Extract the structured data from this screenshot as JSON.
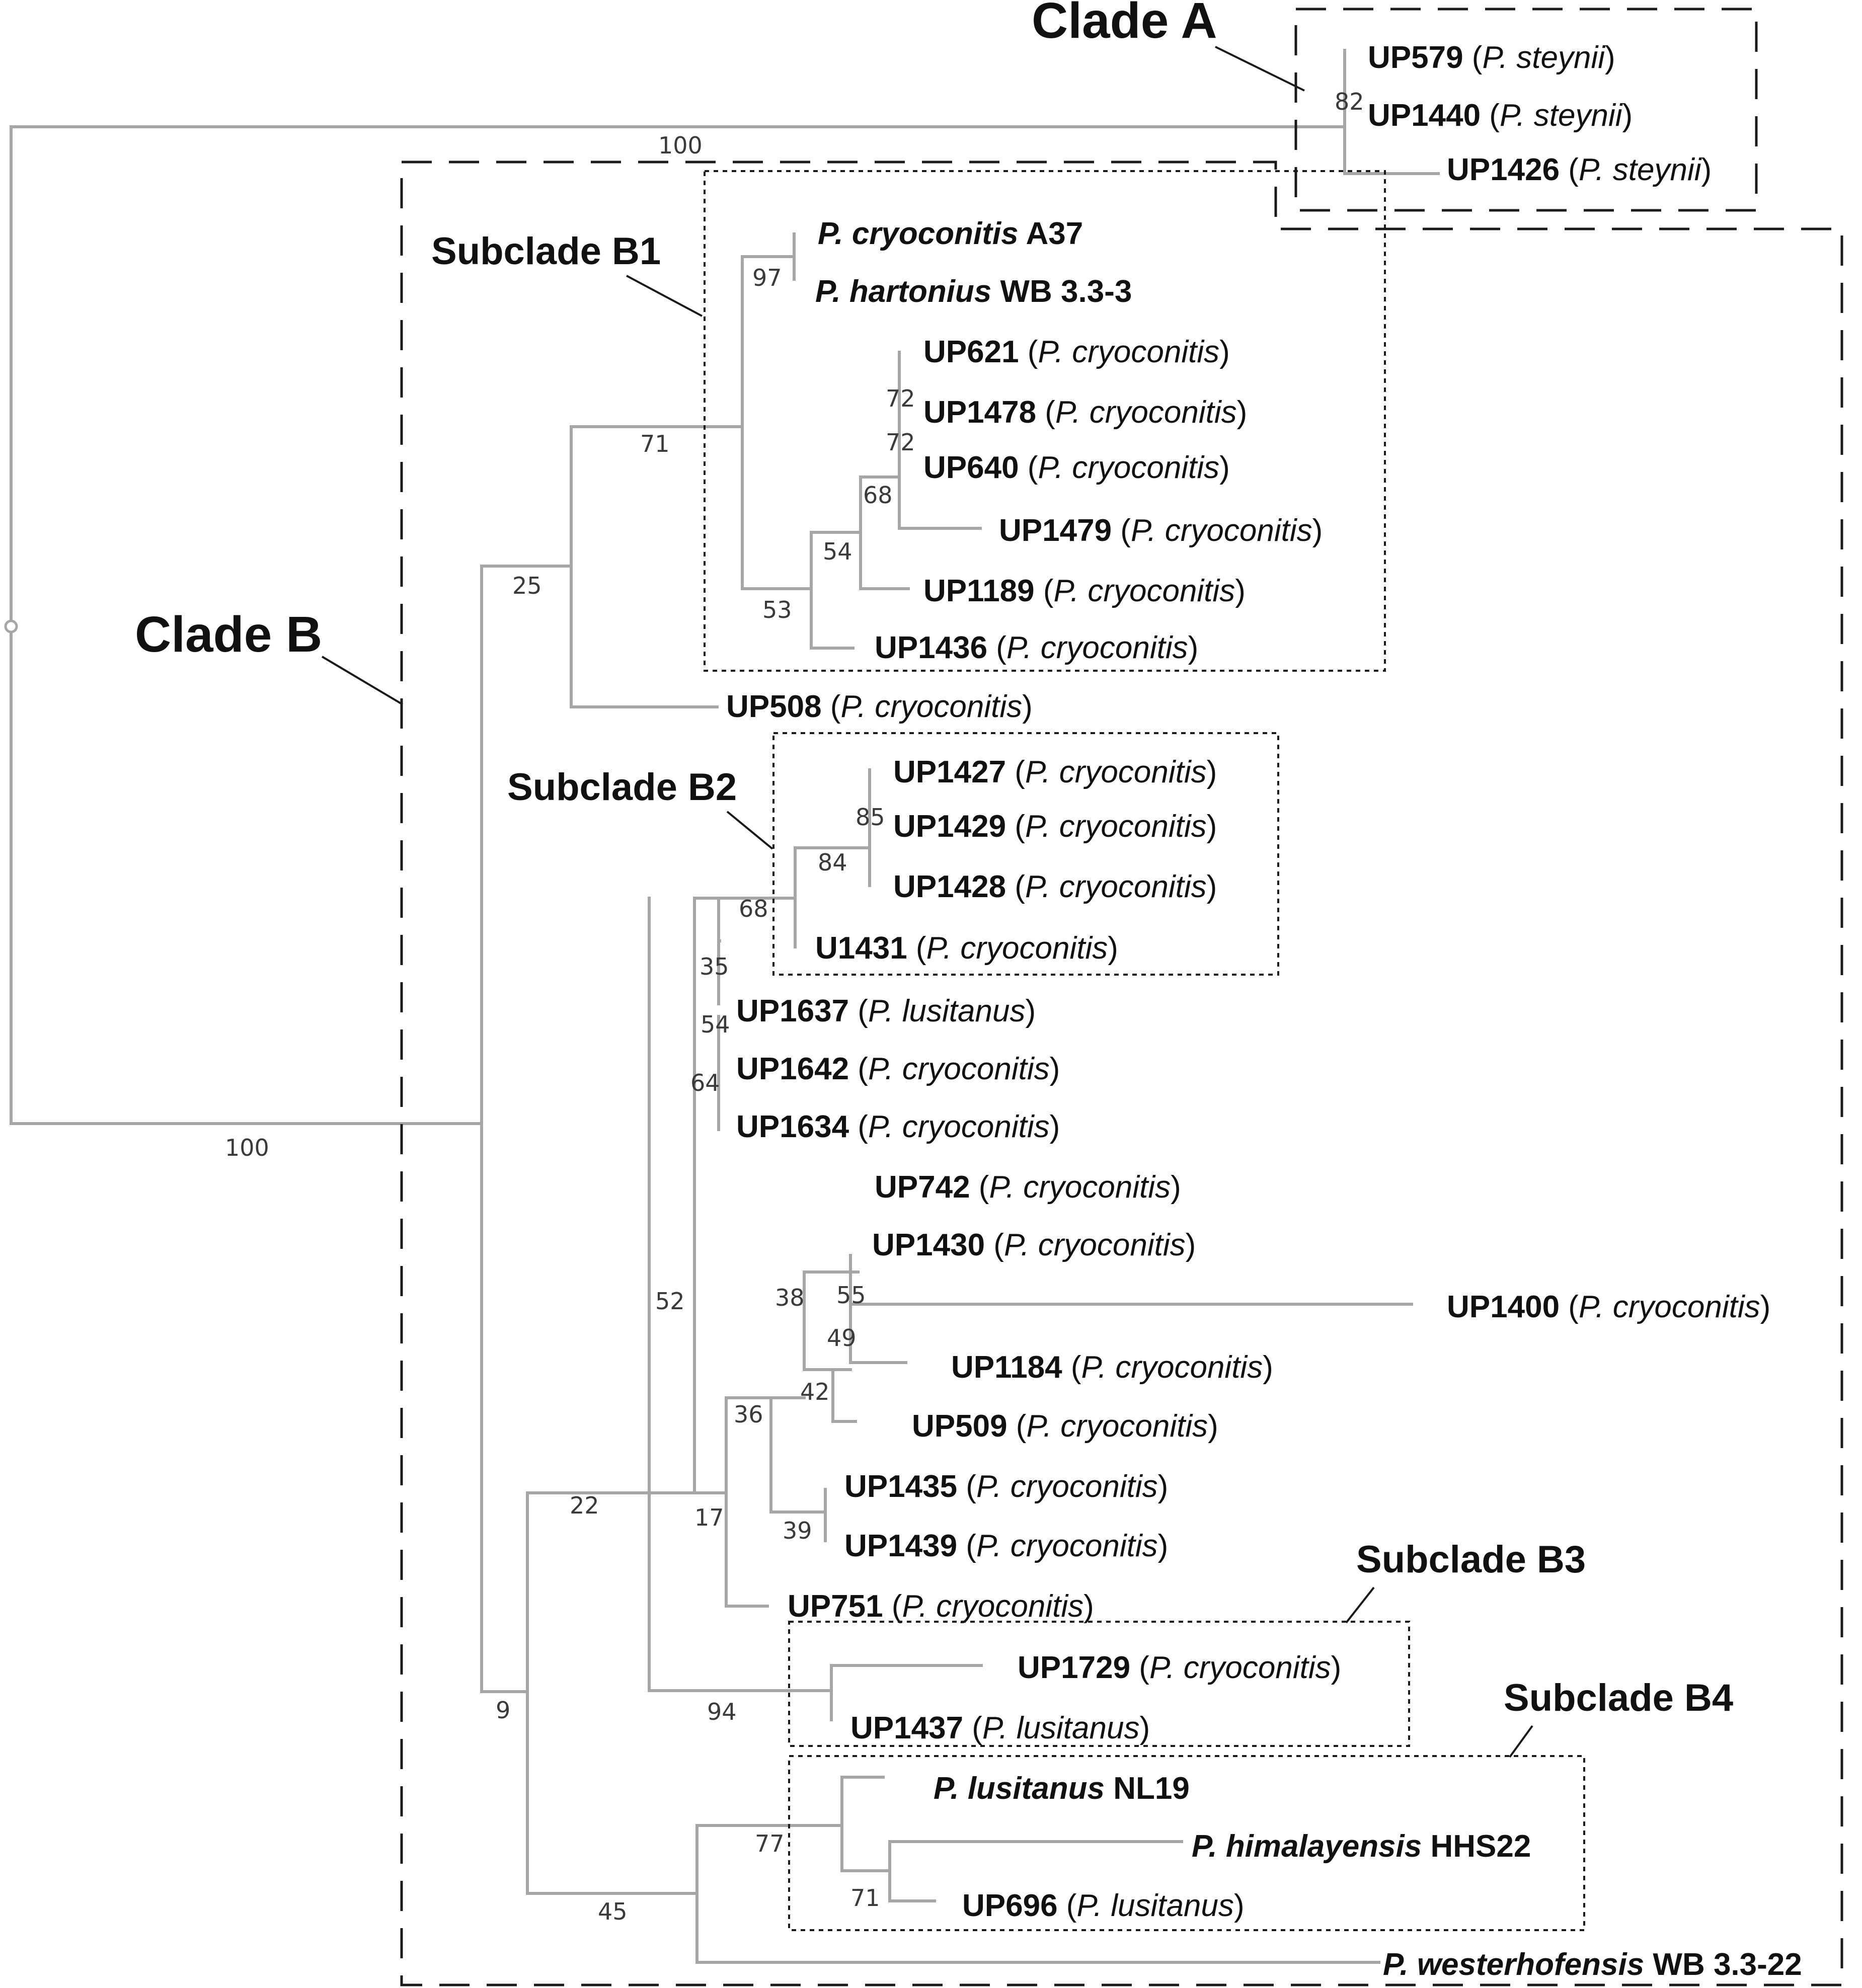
{
  "clades": {
    "a": "Clade A",
    "b": "Clade B",
    "b1": "Subclade B1",
    "b2": "Subclade B2",
    "b3": "Subclade B3",
    "b4": "Subclade B4"
  },
  "leaves": [
    {
      "id": "UP579",
      "species": "P. steynii"
    },
    {
      "id": "UP1440",
      "species": "P. steynii"
    },
    {
      "id": "UP1426",
      "species": "P. steynii"
    },
    {
      "bold_species": "P. cryoconitis",
      "strain": "A37"
    },
    {
      "bold_species": "P. hartonius",
      "strain": "WB 3.3-3"
    },
    {
      "id": "UP621",
      "species": "P. cryoconitis"
    },
    {
      "id": "UP1478",
      "species": "P. cryoconitis"
    },
    {
      "id": "UP640",
      "species": "P. cryoconitis"
    },
    {
      "id": "UP1479",
      "species": "P. cryoconitis"
    },
    {
      "id": "UP1189",
      "species": "P. cryoconitis"
    },
    {
      "id": "UP1436",
      "species": "P. cryoconitis"
    },
    {
      "id": "UP508",
      "species": "P. cryoconitis"
    },
    {
      "id": "UP1427",
      "species": "P. cryoconitis"
    },
    {
      "id": "UP1429",
      "species": "P. cryoconitis"
    },
    {
      "id": "UP1428",
      "species": "P. cryoconitis"
    },
    {
      "id": "U1431",
      "species": "P. cryoconitis"
    },
    {
      "id": "UP1637",
      "species": "P. lusitanus"
    },
    {
      "id": "UP1642",
      "species": "P. cryoconitis"
    },
    {
      "id": "UP1634",
      "species": "P. cryoconitis"
    },
    {
      "id": "UP742",
      "species": "P. cryoconitis"
    },
    {
      "id": "UP1430",
      "species": "P. cryoconitis"
    },
    {
      "id": "UP1400",
      "species": "P. cryoconitis"
    },
    {
      "id": "UP1184",
      "species": "P. cryoconitis"
    },
    {
      "id": "UP509",
      "species": "P. cryoconitis"
    },
    {
      "id": "UP1435",
      "species": "P. cryoconitis"
    },
    {
      "id": "UP1439",
      "species": "P. cryoconitis"
    },
    {
      "id": "UP751",
      "species": "P. cryoconitis"
    },
    {
      "id": "UP1729",
      "species": "P. cryoconitis"
    },
    {
      "id": "UP1437",
      "species": "P. lusitanus"
    },
    {
      "bold_species": "P. lusitanus",
      "strain": "NL19"
    },
    {
      "bold_species": "P. himalayensis",
      "strain": "HHS22"
    },
    {
      "id": "UP696",
      "species": "P. lusitanus"
    },
    {
      "bold_species": "P. westerhofensis",
      "strain": "WB 3.3-22"
    }
  ],
  "bootstrap": [
    {
      "node": "clade-a-root",
      "value": "100"
    },
    {
      "node": "clade-a-inner",
      "value": "82"
    },
    {
      "node": "clade-b-root",
      "value": "100"
    },
    {
      "node": "b1-pair",
      "value": "97"
    },
    {
      "node": "b1-inner-1",
      "value": "72"
    },
    {
      "node": "b1-inner-2",
      "value": "72"
    },
    {
      "node": "b1-inner-3",
      "value": "68"
    },
    {
      "node": "b1-inner-4",
      "value": "54"
    },
    {
      "node": "b1-inner-5",
      "value": "53"
    },
    {
      "node": "b1-root",
      "value": "71"
    },
    {
      "node": "b1-up508",
      "value": "25"
    },
    {
      "node": "b2-inner-1",
      "value": "85"
    },
    {
      "node": "b2-inner-2",
      "value": "84"
    },
    {
      "node": "b2-root",
      "value": "68"
    },
    {
      "node": "b2-up1637",
      "value": "35"
    },
    {
      "node": "node-54",
      "value": "54"
    },
    {
      "node": "node-64",
      "value": "64"
    },
    {
      "node": "node-52",
      "value": "52"
    },
    {
      "node": "node-55",
      "value": "55"
    },
    {
      "node": "node-49",
      "value": "49"
    },
    {
      "node": "node-38",
      "value": "38"
    },
    {
      "node": "node-42",
      "value": "42"
    },
    {
      "node": "node-36",
      "value": "36"
    },
    {
      "node": "node-39",
      "value": "39"
    },
    {
      "node": "node-17",
      "value": "17"
    },
    {
      "node": "node-22",
      "value": "22"
    },
    {
      "node": "b3-root",
      "value": "94"
    },
    {
      "node": "b4-root",
      "value": "77"
    },
    {
      "node": "b4-inner",
      "value": "71"
    },
    {
      "node": "node-45",
      "value": "45"
    },
    {
      "node": "node-9",
      "value": "9"
    }
  ]
}
